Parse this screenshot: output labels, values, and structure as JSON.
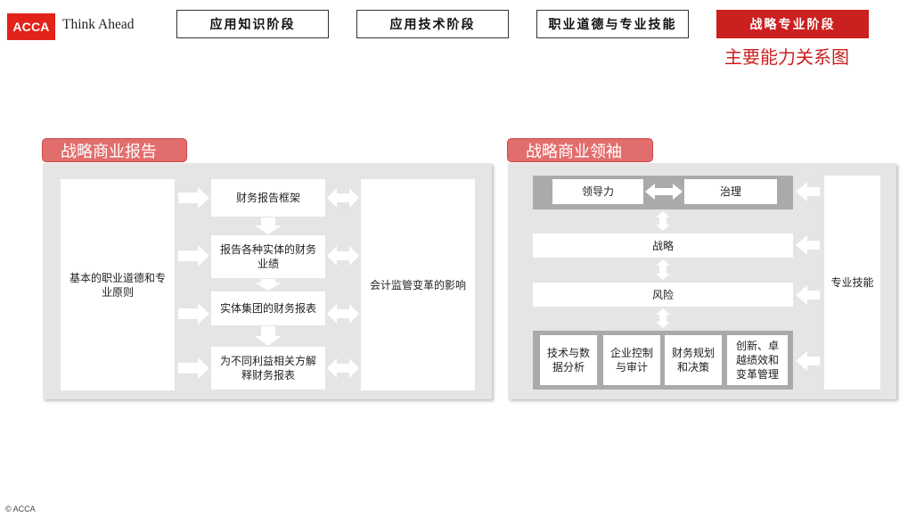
{
  "header": {
    "logo": "ACCA",
    "tagline": "Think Ahead",
    "stages": [
      "应用知识阶段",
      "应用技术阶段",
      "职业道德与专业技能",
      "战略专业阶段"
    ],
    "subtitle": "主要能力关系图"
  },
  "left_panel": {
    "title": "战略商业报告",
    "left_box": "基本的职业道德和专业原则",
    "middle_boxes": [
      "财务报告框架",
      "报告各种实体的财务业绩",
      "实体集团的财务报表",
      "为不同利益相关方解释财务报表"
    ],
    "right_box": "会计监管变革的影响"
  },
  "right_panel": {
    "title": "战略商业领袖",
    "top_row": [
      "领导力",
      "治理"
    ],
    "strategy": "战略",
    "risk": "风险",
    "bottom_row": [
      "技术与数据分析",
      "企业控制与审计",
      "财务规划和决策",
      "创新、卓越绩效和变革管理"
    ],
    "right_box": "专业技能"
  },
  "colors": {
    "brand_red": "#e2231a",
    "accent_red": "#cc1f1f",
    "title_red": "#e26d6d",
    "panel_grey": "#e5e5e5"
  },
  "footer": "© ACCA"
}
